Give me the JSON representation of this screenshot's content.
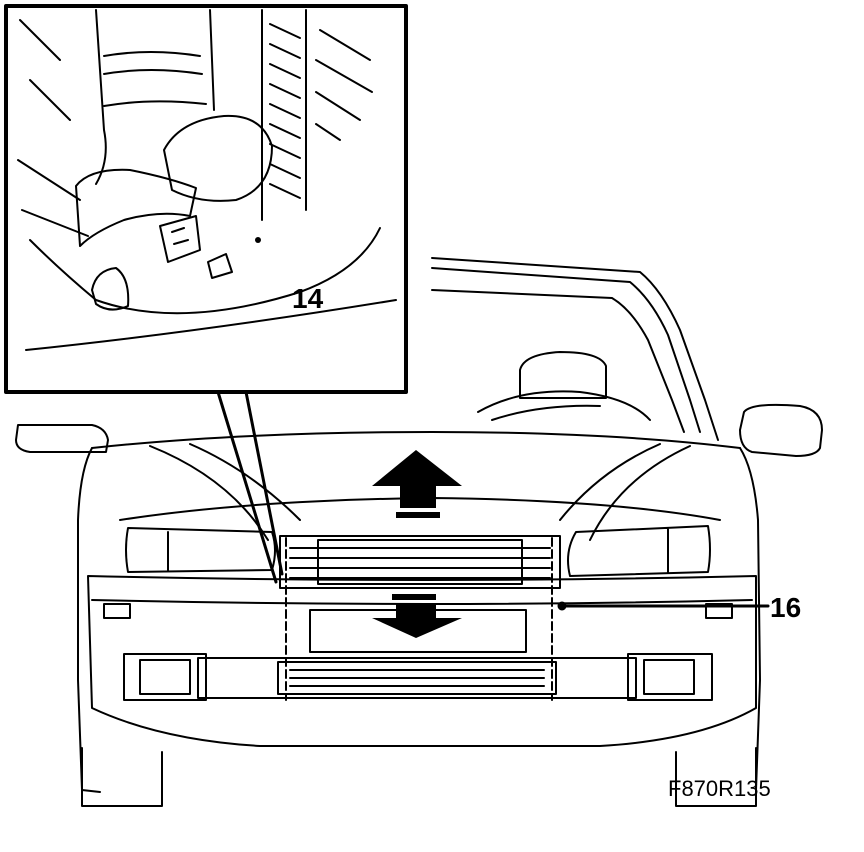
{
  "figure": {
    "callouts": {
      "part_14": "14",
      "part_16": "16"
    },
    "reference_code": "F870R135",
    "icons": [
      "arrow-up-icon",
      "arrow-down-icon"
    ]
  }
}
